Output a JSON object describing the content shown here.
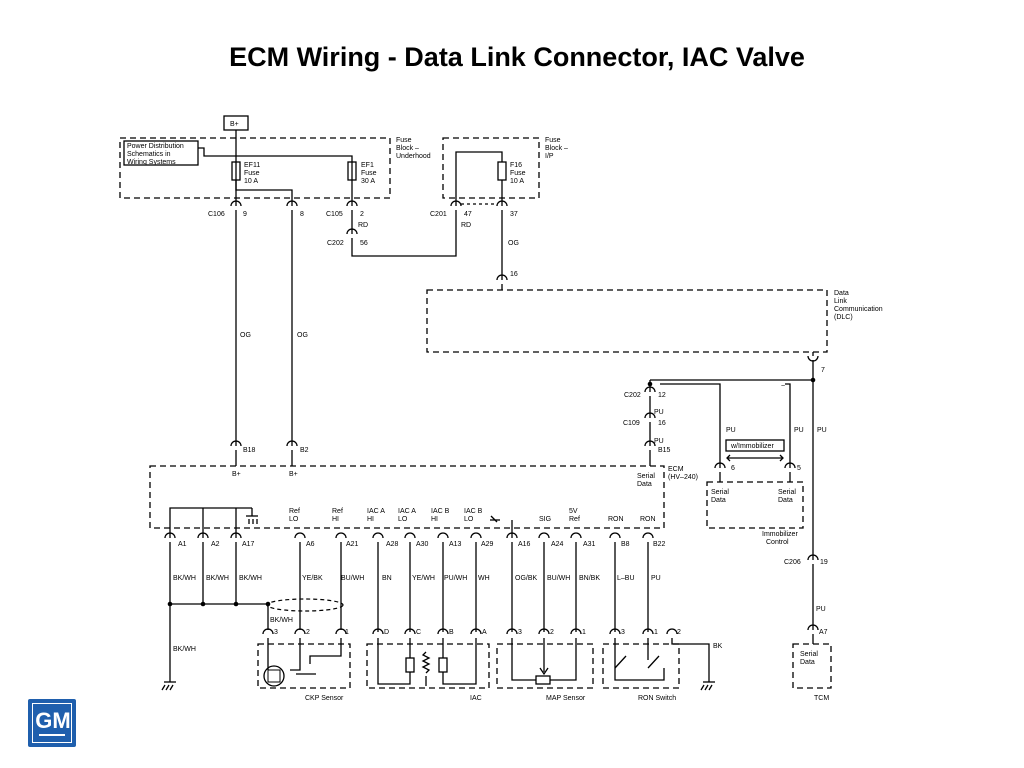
{
  "title": "ECM Wiring - Data Link Connector, IAC Valve",
  "logo": {
    "text": "GM",
    "color": "#1f5fad"
  },
  "labels": {
    "bplus": "B+",
    "pds1": "Power Distribution",
    "pds2": "Schematics in",
    "pds3": "Wiring Systems",
    "fbu1": "Fuse",
    "fbu2": "Block –",
    "fbu3": "Underhood",
    "fbi1": "Fuse",
    "fbi2": "Block –",
    "fbi3": "I/P",
    "ef11_1": "EF11",
    "ef11_2": "Fuse",
    "ef11_3": "10 A",
    "ef1_1": "EF1",
    "ef1_2": "Fuse",
    "ef1_3": "30 A",
    "f16_1": "F16",
    "f16_2": "Fuse",
    "f16_3": "10 A",
    "c106": "C106",
    "p9": "9",
    "p8": "8",
    "c105": "C105",
    "p2": "2",
    "rd1": "RD",
    "c202a": "C202",
    "p56": "56",
    "c201": "C201",
    "p47": "47",
    "rd2": "RD",
    "p37": "37",
    "og1": "OG",
    "p16a": "16",
    "dlc1": "Data",
    "dlc2": "Link",
    "dlc3": "Communication",
    "dlc4": "(DLC)",
    "og2": "OG",
    "og3": "OG",
    "p7": "7",
    "c202b": "C202",
    "p12": "12",
    "pu1": "PU",
    "c109": "C109",
    "p16b": "16",
    "pu2": "PU",
    "b15": "B15",
    "pu3": "PU",
    "pu4": "PU",
    "pu5": "PU",
    "wimm": "w/Immobilizer",
    "b18": "B18",
    "b2": "B2",
    "bp1": "B+",
    "bp2": "B+",
    "ecm1": "ECM",
    "ecm2": "(HV–240)",
    "sd1": "Serial",
    "sd2": "Data",
    "p6": "6",
    "p5": "5",
    "sd3": "Serial",
    "sd4": "Data",
    "sd5": "Serial",
    "sd6": "Data",
    "imm1": "Immobilizer",
    "imm2": "Control",
    "rlo1": "Ref",
    "rlo2": "LO",
    "rhi1": "Ref",
    "rhi2": "HI",
    "iaha1": "IAC A",
    "iaha2": "HI",
    "iala1": "IAC A",
    "iala2": "LO",
    "ibhi1": "IAC B",
    "ibhi2": "HI",
    "iblo1": "IAC B",
    "iblo2": "LO",
    "sig": "SIG",
    "v5a": "5V",
    "v5b": "Ref",
    "ron1": "RON",
    "ron2": "RON",
    "a1": "A1",
    "a2": "A2",
    "a17": "A17",
    "a6": "A6",
    "a21": "A21",
    "a28": "A28",
    "a30": "A30",
    "a13": "A13",
    "a29": "A29",
    "a16": "A16",
    "a24": "A24",
    "a31": "A31",
    "b8": "B8",
    "b22": "B22",
    "c206": "C206",
    "p19": "19",
    "bkwh1": "BK/WH",
    "bkwh2": "BK/WH",
    "bkwh3": "BK/WH",
    "yebk": "YE/BK",
    "buwh1": "BU/WH",
    "bn": "BN",
    "yewh": "YE/WH",
    "puwh": "PU/WH",
    "wh": "WH",
    "ogbk": "OG/BK",
    "buwh2": "BU/WH",
    "bnbk": "BN/BK",
    "lbu": "L–BU",
    "pu6": "PU",
    "pu7": "PU",
    "a7": "A7",
    "bkwh4": "BK/WH",
    "bkwh5": "BK/WH",
    "ckp3": "3",
    "ckp2": "2",
    "ckp1": "1",
    "iD": "D",
    "iC": "C",
    "iB": "B",
    "iA": "A",
    "m3": "3",
    "m2": "2",
    "m1": "1",
    "r3": "3",
    "r1": "1",
    "r2": "2",
    "bk": "BK",
    "sd7": "Serial",
    "sd8": "Data",
    "ckp": "CKP Sensor",
    "iac": "IAC",
    "map": "MAP Sensor",
    "ronsw": "RON Switch",
    "tcm": "TCM"
  }
}
